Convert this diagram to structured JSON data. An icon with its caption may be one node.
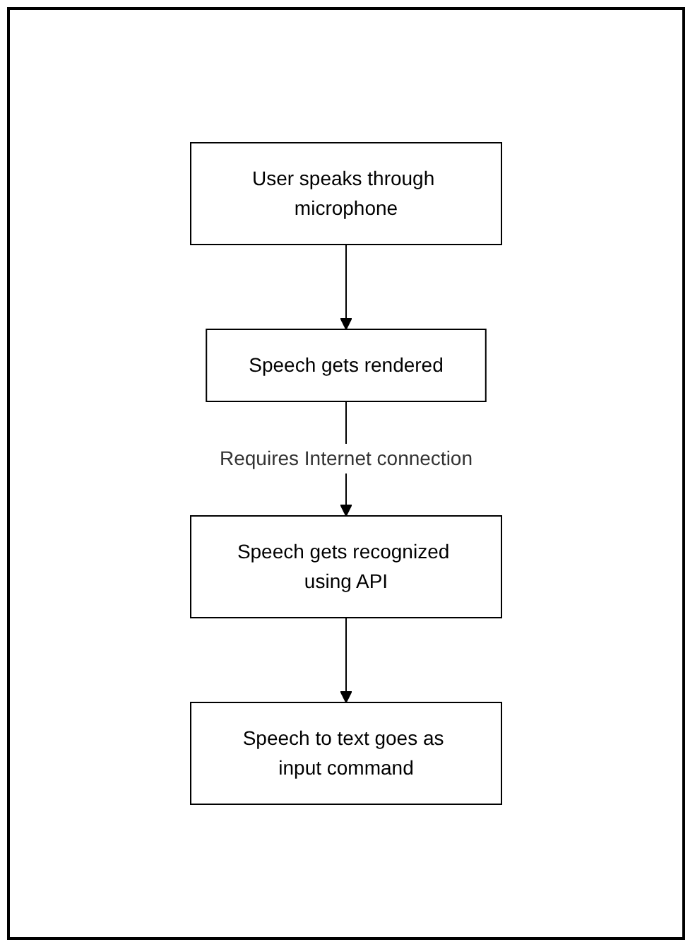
{
  "diagram": {
    "nodes": [
      {
        "text": [
          "User speaks through microphone"
        ]
      },
      {
        "text": [
          "Speech gets rendered"
        ]
      },
      {
        "text": [
          "Speech gets recognized using API"
        ]
      },
      {
        "text": [
          "Speech to text goes as input command"
        ]
      }
    ],
    "edges": [
      {
        "from": 0,
        "to": 1,
        "arrow": "to"
      },
      {
        "from": 1,
        "to": 2,
        "arrow": "to",
        "label": "Requires Internet connection"
      },
      {
        "from": 2,
        "to": 3,
        "arrow": "to"
      }
    ]
  }
}
